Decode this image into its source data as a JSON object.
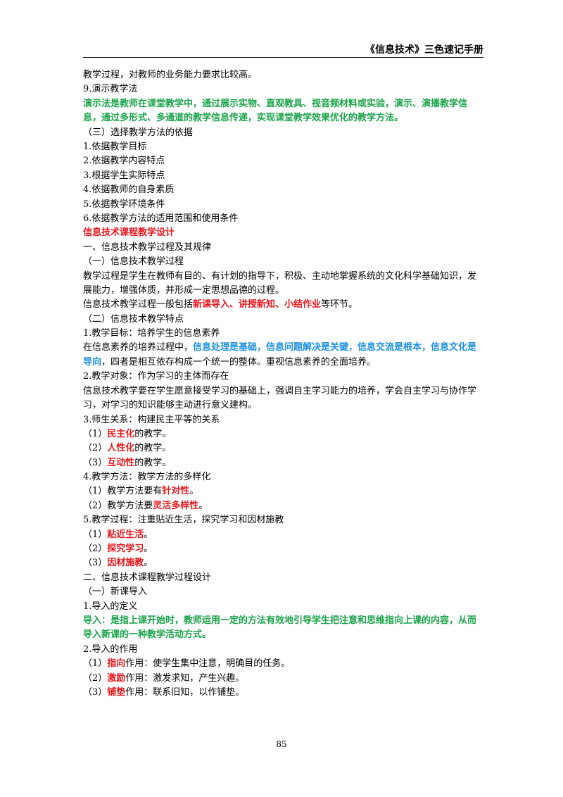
{
  "header": {
    "title": "《信息技术》三色速记手册"
  },
  "lines": [
    {
      "segments": [
        {
          "t": "教学过程，对教师的业务能力要求比较高。",
          "c": ""
        }
      ]
    },
    {
      "segments": [
        {
          "t": "9.演示教学法",
          "c": ""
        }
      ]
    },
    {
      "segments": [
        {
          "t": "演示法是教",
          "c": "g"
        },
        {
          "t": "师在课堂教学中，通过展示实物、直观教具、视音频材料或实验，演示、演播教学信息，通过多形式、多通道的教学信息传递，实现课堂教学效果优化的教学方法。",
          "c": "g"
        }
      ],
      "wrap": true
    },
    {
      "segments": [
        {
          "t": "（三）选择教学方法的依据",
          "c": ""
        }
      ]
    },
    {
      "segments": [
        {
          "t": "1.依据教学目标",
          "c": ""
        }
      ]
    },
    {
      "segments": [
        {
          "t": "2.依据教学内容特点",
          "c": ""
        }
      ]
    },
    {
      "segments": [
        {
          "t": "3.根据学生实际特点",
          "c": ""
        }
      ]
    },
    {
      "segments": [
        {
          "t": "4.依据教师的自身素质",
          "c": ""
        }
      ]
    },
    {
      "segments": [
        {
          "t": "5.依据教学环境条件",
          "c": ""
        }
      ]
    },
    {
      "segments": [
        {
          "t": "6.依据教学方法的适用范围和使用条件",
          "c": ""
        }
      ]
    },
    {
      "segments": [
        {
          "t": "信息技术课程教学设计",
          "c": "r"
        }
      ]
    },
    {
      "segments": [
        {
          "t": "一、信息技术教学过程及其规律",
          "c": ""
        }
      ]
    },
    {
      "segments": [
        {
          "t": "（一）信息技术教学过程",
          "c": ""
        }
      ]
    },
    {
      "segments": [
        {
          "t": "教学过程是学生在教师有目的、有计划的指导下，积极、主动地掌握系统的文化科学基础知识，发展能力，增强体质，并形成一定思想品德的过程。",
          "c": ""
        }
      ],
      "wrap": true
    },
    {
      "segments": [
        {
          "t": "信息技术教学过程一般包括",
          "c": ""
        },
        {
          "t": "新课导入、讲授新知、小结作业",
          "c": "r"
        },
        {
          "t": "等环节。",
          "c": ""
        }
      ]
    },
    {
      "segments": [
        {
          "t": "（二）信息技术教学特点",
          "c": ""
        }
      ]
    },
    {
      "segments": [
        {
          "t": "1.教学目标：培养学生的信息素养",
          "c": ""
        }
      ]
    },
    {
      "segments": [
        {
          "t": "在信息素养的培养过程中，",
          "c": ""
        },
        {
          "t": "信息处理是基础，信息问题解决是关键，信息交流是根本，信息文化是导向",
          "c": "b"
        },
        {
          "t": "，四者是相互依存构成一个统一的整体。重视信息素养的全面培养。",
          "c": ""
        }
      ],
      "wrap": true
    },
    {
      "segments": [
        {
          "t": "2.教学对象：作为学习的主体而存在",
          "c": ""
        }
      ]
    },
    {
      "segments": [
        {
          "t": "信息技术教学要在学生愿意接受学习的基础上，强调自主学习能力的培养，学会自主学习与协作学习，对学习的知识能够主动进行意义建构。",
          "c": ""
        }
      ],
      "wrap": true
    },
    {
      "segments": [
        {
          "t": "3.师生关系：构建民主平等的关系",
          "c": ""
        }
      ]
    },
    {
      "segments": [
        {
          "t": "（1）",
          "c": ""
        },
        {
          "t": "民主化",
          "c": "r"
        },
        {
          "t": "的教学。",
          "c": ""
        }
      ]
    },
    {
      "segments": [
        {
          "t": "（2）",
          "c": ""
        },
        {
          "t": "人性化",
          "c": "r"
        },
        {
          "t": "的教学。",
          "c": ""
        }
      ]
    },
    {
      "segments": [
        {
          "t": "（3）",
          "c": ""
        },
        {
          "t": "互动性",
          "c": "r"
        },
        {
          "t": "的教学。",
          "c": ""
        }
      ]
    },
    {
      "segments": [
        {
          "t": "4.教学方法：教学方法的多样化",
          "c": ""
        }
      ]
    },
    {
      "segments": [
        {
          "t": "（1）教学方法要有",
          "c": ""
        },
        {
          "t": "针对性",
          "c": "r"
        },
        {
          "t": "。",
          "c": ""
        }
      ]
    },
    {
      "segments": [
        {
          "t": "（2）教学方法要",
          "c": ""
        },
        {
          "t": "灵活多样性",
          "c": "r"
        },
        {
          "t": "。",
          "c": ""
        }
      ]
    },
    {
      "segments": [
        {
          "t": "5.教学过程：注重贴近生活，探究学习和因材施教",
          "c": ""
        }
      ]
    },
    {
      "segments": [
        {
          "t": "（1）",
          "c": ""
        },
        {
          "t": "贴近生活",
          "c": "r"
        },
        {
          "t": "。",
          "c": ""
        }
      ]
    },
    {
      "segments": [
        {
          "t": "（2）",
          "c": ""
        },
        {
          "t": "探究学习",
          "c": "r"
        },
        {
          "t": "。",
          "c": ""
        }
      ]
    },
    {
      "segments": [
        {
          "t": "（3）",
          "c": ""
        },
        {
          "t": "因材施教",
          "c": "r"
        },
        {
          "t": "。",
          "c": ""
        }
      ]
    },
    {
      "segments": [
        {
          "t": "二、信息技术课程教学过程设计",
          "c": ""
        }
      ]
    },
    {
      "segments": [
        {
          "t": "（一）新课导入",
          "c": ""
        }
      ]
    },
    {
      "segments": [
        {
          "t": "1.导入的定义",
          "c": ""
        }
      ]
    },
    {
      "segments": [
        {
          "t": "导入：是",
          "c": "g"
        },
        {
          "t": "指上课开始时，教师运用一定的方法有效地引导学生把注意和思维指向上课的内容，从而导入新课的一种教学活动方式。",
          "c": "g"
        }
      ],
      "wrap": true
    },
    {
      "segments": [
        {
          "t": "2.导入的作用",
          "c": ""
        }
      ]
    },
    {
      "segments": [
        {
          "t": "（1）",
          "c": ""
        },
        {
          "t": "指向",
          "c": "r"
        },
        {
          "t": "作用：使学生集中注意，明确目的任务。",
          "c": ""
        }
      ]
    },
    {
      "segments": [
        {
          "t": "（2）",
          "c": ""
        },
        {
          "t": "激励",
          "c": "r"
        },
        {
          "t": "作用：激发求知，产生兴趣。",
          "c": ""
        }
      ]
    },
    {
      "segments": [
        {
          "t": "（3）",
          "c": ""
        },
        {
          "t": "铺垫",
          "c": "r"
        },
        {
          "t": "作用：联系旧知，以作铺垫。",
          "c": ""
        }
      ]
    }
  ],
  "footer": {
    "page_number": "85"
  }
}
